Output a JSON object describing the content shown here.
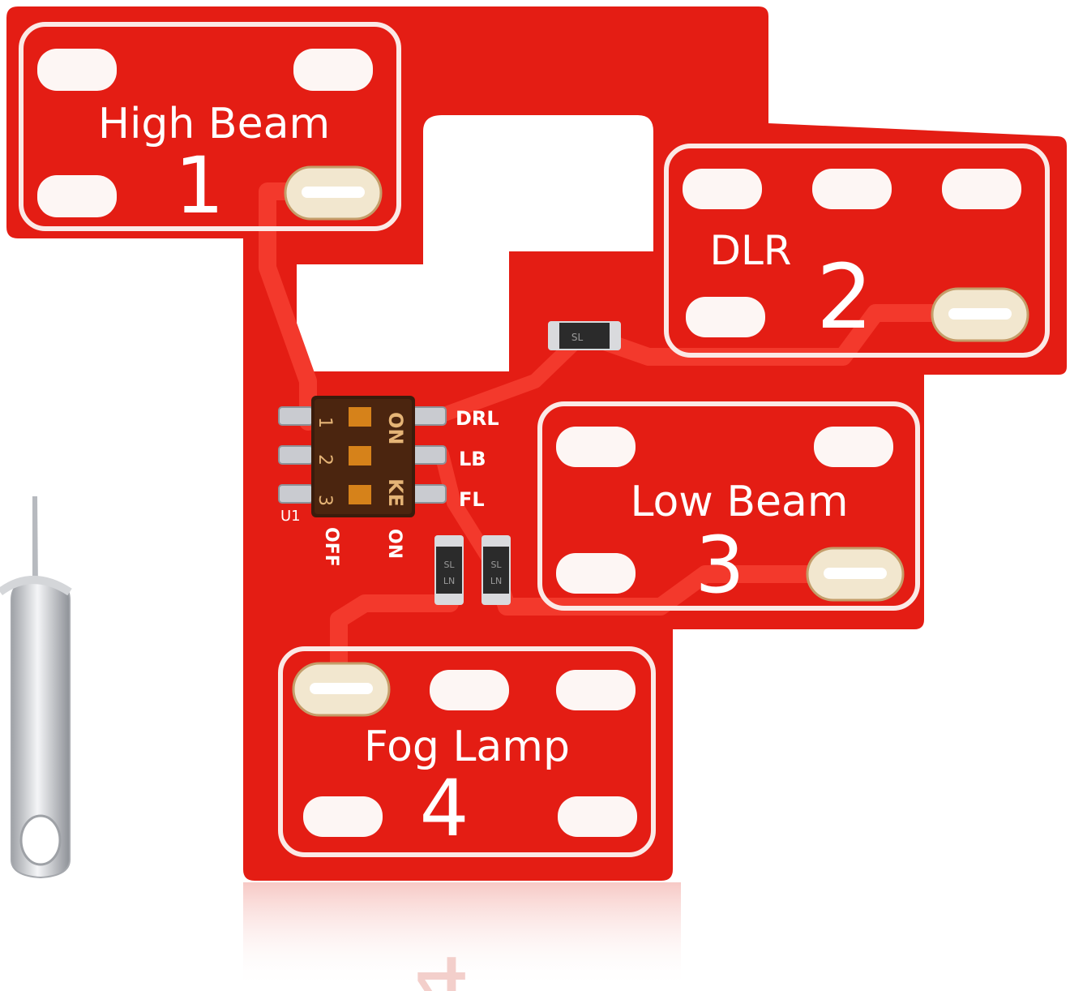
{
  "colors": {
    "background": "#ffffff",
    "board": "#e41d14",
    "trace": "#f3392c",
    "silkscreen": "#fbe9e6",
    "pad": "#f2e7cf",
    "hole": "#fdf6f4",
    "switch_body": "#3a1c0c",
    "switch_slider": "#d6821a",
    "pin": "#c9cbd0"
  },
  "icons": {
    "board": "pcb-board-icon",
    "tool": "sim-eject-pin-icon"
  },
  "sections": {
    "high_beam": {
      "label": "High Beam",
      "number": "1"
    },
    "dlr": {
      "label": "DLR",
      "number": "2"
    },
    "low_beam": {
      "label": "Low Beam",
      "number": "3"
    },
    "fog_lamp": {
      "label": "Fog Lamp",
      "number": "4"
    }
  },
  "switch": {
    "on_label": "ON",
    "ke_label": "KE",
    "positions": [
      "1",
      "2",
      "3"
    ],
    "u1_label": "U1",
    "off_label": "OFF",
    "on_bottom_label": "ON",
    "outputs": [
      "DRL",
      "LB",
      "FL"
    ]
  },
  "components": {
    "diode_code_a": "SL",
    "diode_code_b": "LN"
  }
}
